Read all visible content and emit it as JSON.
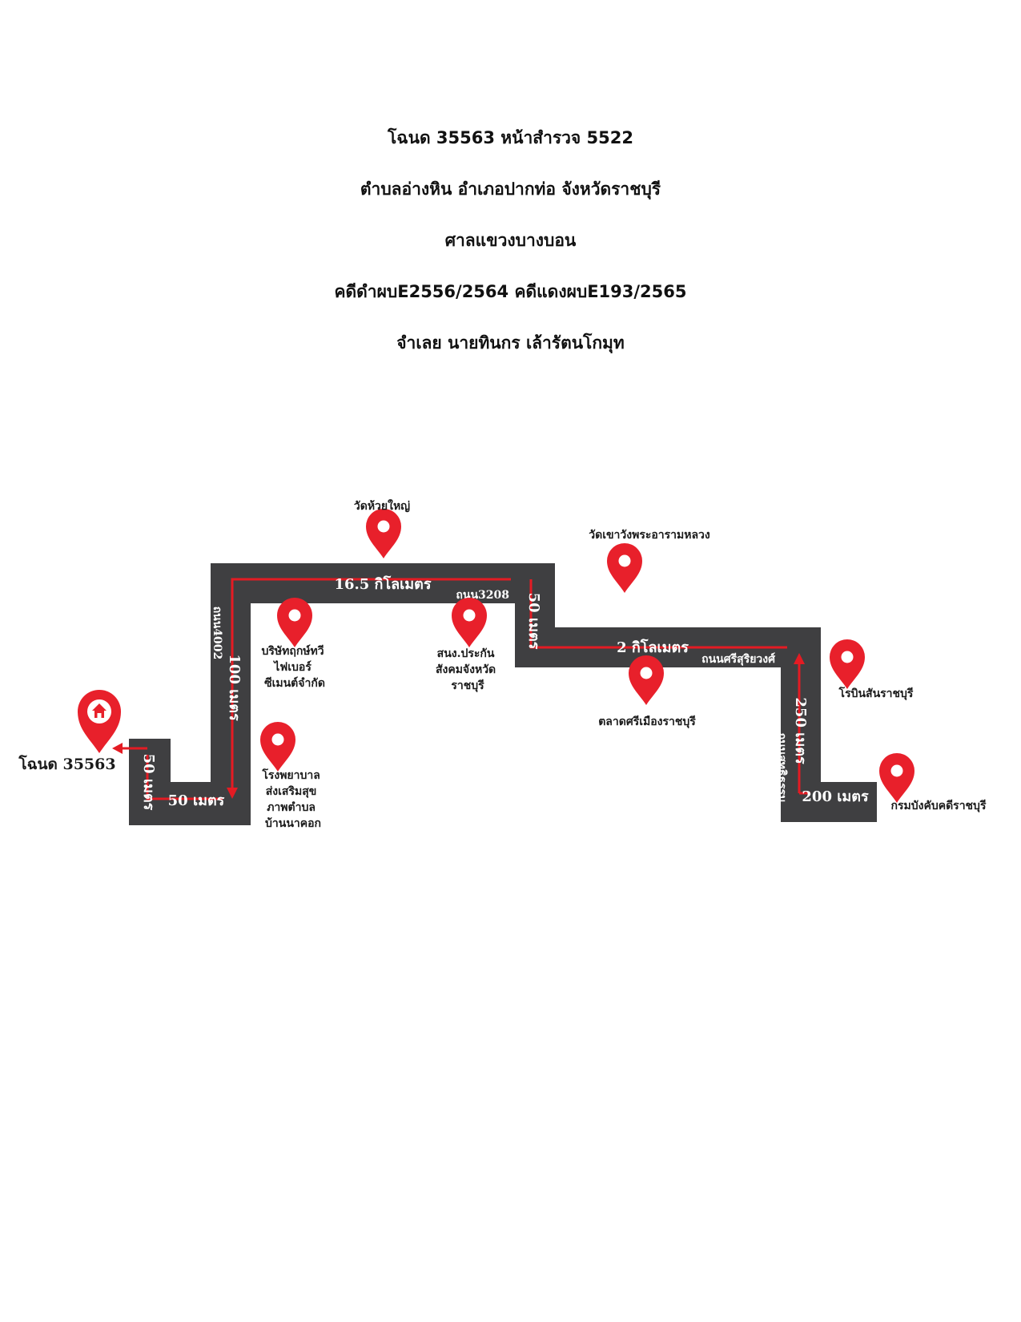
{
  "header": {
    "line1": "โฉนด 35563 หน้าสำรวจ 5522",
    "line2": "ตำบลอ่างหิน อำเภอปากท่อ จังหวัดราชบุรี",
    "line3": "ศาลแขวงบางบอน",
    "line4": "คดีดำผบE2556/2564 คดีแดงผบE193/2565",
    "line5": "จำเลย นายทินกร เล้ารัตนโกมุท"
  },
  "map": {
    "destination_label": "โฉนด 35563",
    "distances": {
      "d_50m_first": "50 เมตร",
      "d_50m_second": "50 เมตร",
      "d_100m": "100 เมตร",
      "d_16_5km": "16.5 กิโลเมตร",
      "d_50m_third": "50 เมตร",
      "d_2km": "2 กิโลเมตร",
      "d_250m": "250 เมตร",
      "d_200m": "200 เมตร"
    },
    "roads": {
      "road_4002": "ถนน4002",
      "road_3208": "ถนน3208",
      "road_srisuriyawong": "ถนนศรีสุริยวงศ์",
      "road_sutthidham": "ถนนสุทธิธรรม"
    },
    "landmarks": {
      "wat_huai_yai": "วัดห้วยใหญ่",
      "wat_khao_wang": "วัดเขาวังพระอารามหลวง",
      "company": [
        "บริษัทฤกษ์ทวี",
        "ไฟเบอร์",
        "ซีเมนต์จำกัด"
      ],
      "social_security": [
        "สนง.ประกัน",
        "สังคมจังหวัด",
        "ราชบุรี"
      ],
      "market": "ตลาดศรีเมืองราชบุรี",
      "robinson": "โรบินสันราชบุรี",
      "hospital": [
        "โรงพยาบาล",
        "ส่งเสริมสุข",
        "ภาพตำบล",
        "บ้านนาคอก"
      ],
      "enforcement": "กรมบังคับคดีราชบุรี"
    },
    "colors": {
      "road": "#3f3f41",
      "route": "#e41b23",
      "pin": "#e8202b",
      "label_on_road": "#ffffff",
      "label": "#1a1a1a"
    }
  }
}
